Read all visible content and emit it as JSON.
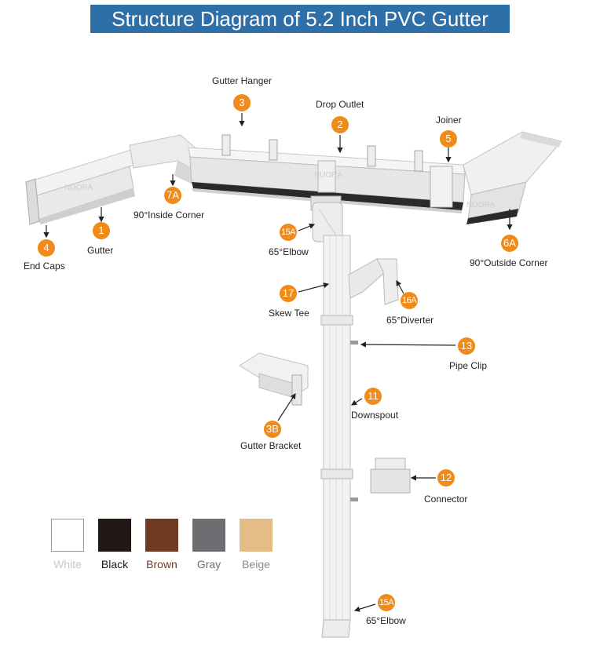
{
  "title": "Structure Diagram of 5.2 Inch PVC Gutter",
  "watermark": "NUORA",
  "parts": [
    {
      "num": "1",
      "label": "Gutter"
    },
    {
      "num": "2",
      "label": "Drop Outlet"
    },
    {
      "num": "3",
      "label": "Gutter Hanger"
    },
    {
      "num": "4",
      "label": "End Caps"
    },
    {
      "num": "5",
      "label": "Joiner"
    },
    {
      "num": "6A",
      "label": "90°Outside Corner"
    },
    {
      "num": "7A",
      "label": "90°Inside Corner"
    },
    {
      "num": "15A",
      "label": "65°Elbow"
    },
    {
      "num": "17",
      "label": "Skew Tee"
    },
    {
      "num": "16A",
      "label": "65°Diverter"
    },
    {
      "num": "13",
      "label": "Pipe Clip"
    },
    {
      "num": "11",
      "label": "Downspout"
    },
    {
      "num": "3B",
      "label": "Gutter Bracket"
    },
    {
      "num": "12",
      "label": "Connector"
    },
    {
      "num": "15A",
      "label": "65°Elbow"
    }
  ],
  "colors": [
    {
      "name": "White",
      "hex": "#ffffff",
      "text": "#c8c8c8"
    },
    {
      "name": "Black",
      "hex": "#231815",
      "text": "#231815"
    },
    {
      "name": "Brown",
      "hex": "#6e3b22",
      "text": "#6e3b22"
    },
    {
      "name": "Gray",
      "hex": "#6d6e71",
      "text": "#6d6e71"
    },
    {
      "name": "Beige",
      "hex": "#e4bd86",
      "text": "#8a8a8a"
    }
  ]
}
